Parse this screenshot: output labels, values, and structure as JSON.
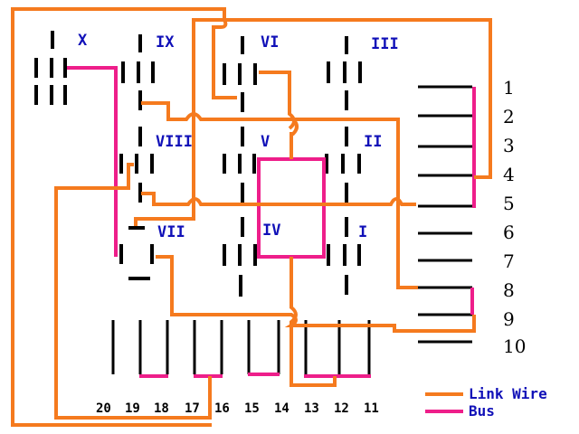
{
  "colors": {
    "link_wire": "#f57a1e",
    "bus": "#ee1e8a",
    "label": "#1010b8",
    "pin": "#000000",
    "background": "#ffffff"
  },
  "block_labels": {
    "x": "X",
    "ix": "IX",
    "vi": "VI",
    "iii": "III",
    "viii": "VIII",
    "v": "V",
    "ii": "II",
    "vii": "VII",
    "iv": "IV",
    "i": "I"
  },
  "right_terminals": [
    "1",
    "2",
    "3",
    "4",
    "5",
    "6",
    "7",
    "8",
    "9",
    "10"
  ],
  "bottom_terminals": [
    "20",
    "19",
    "18",
    "17",
    "16",
    "15",
    "14",
    "13",
    "12",
    "11"
  ],
  "legend": {
    "link_wire": "Link Wire",
    "bus": "Bus"
  }
}
